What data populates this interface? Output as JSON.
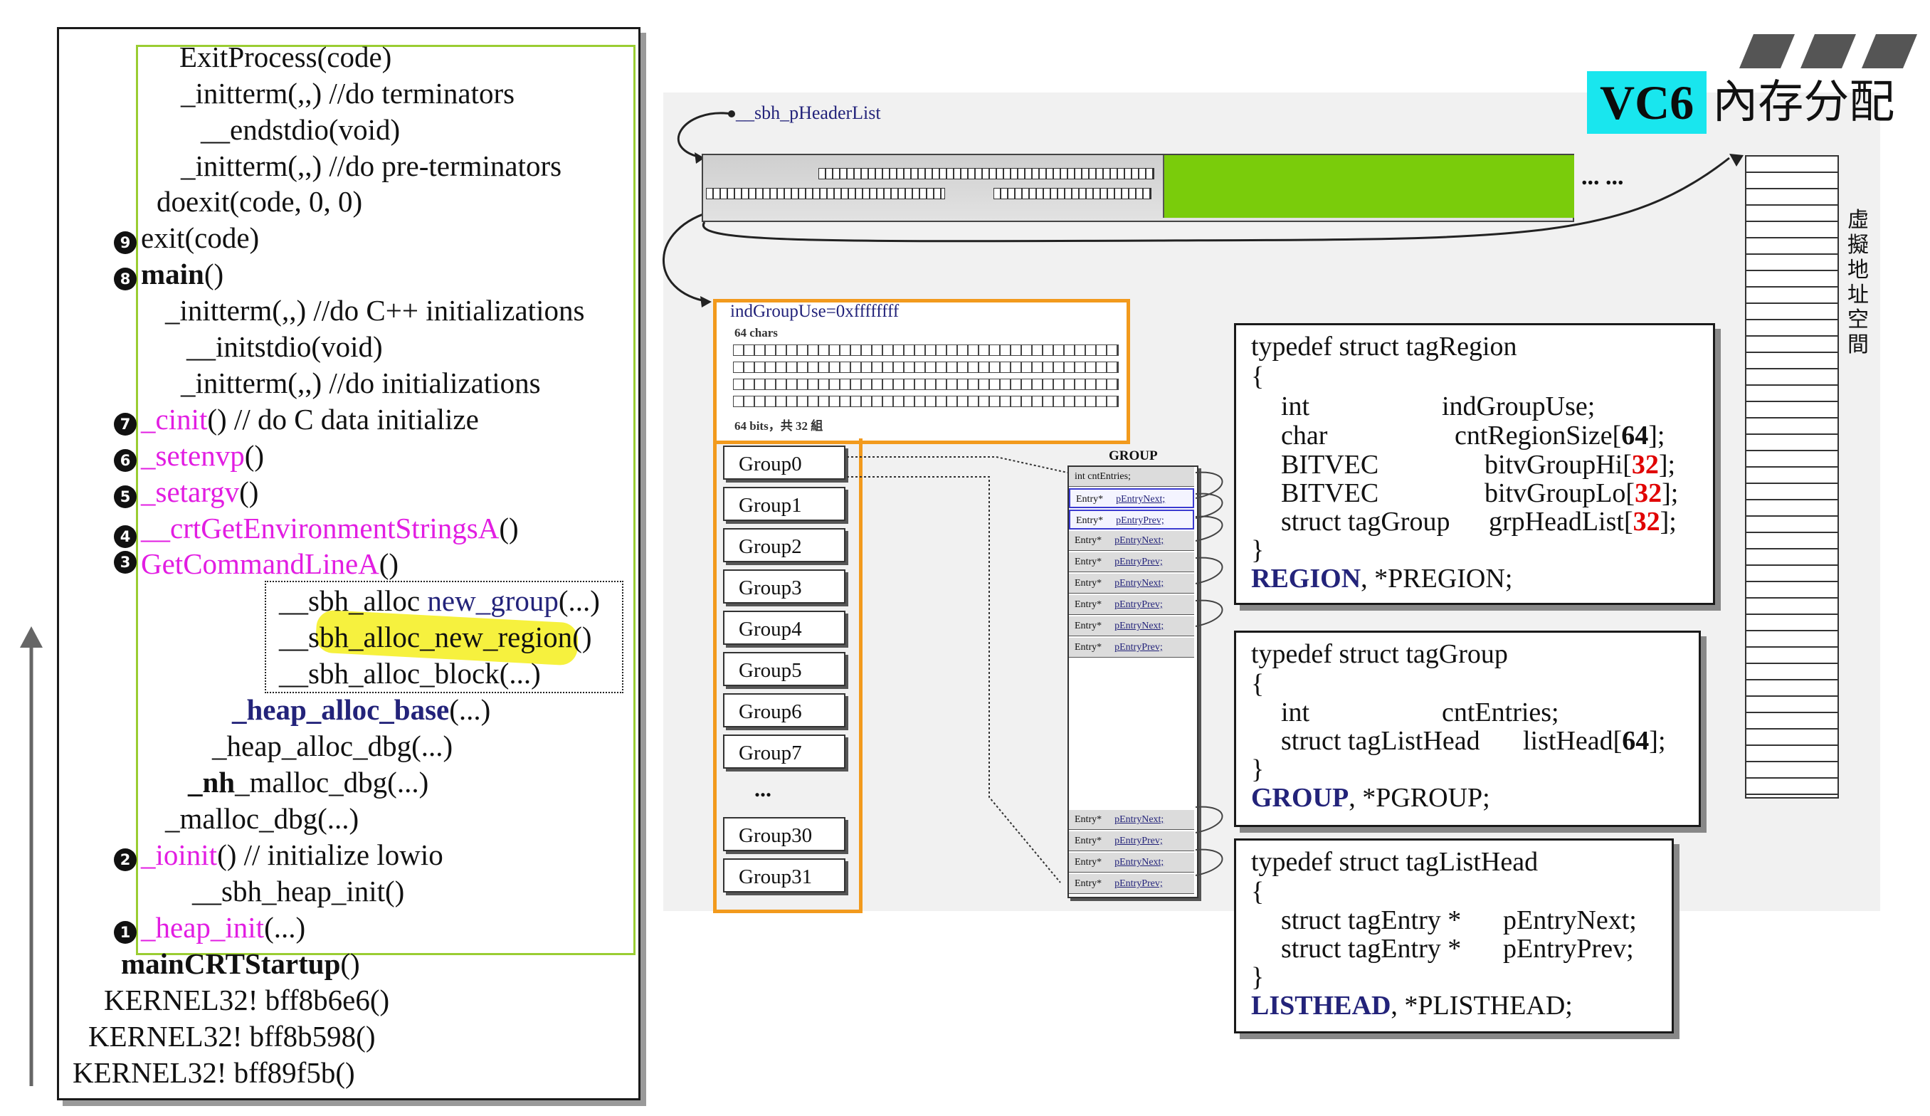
{
  "title": {
    "vc6": "VC6",
    "cn": "內存分配"
  },
  "call_stack": {
    "lines": {
      "l0": "ExitProcess(code)",
      "l1": "_initterm(,,)    //do terminators",
      "l2": "__endstdio(void)",
      "l3": "_initterm(,,)    //do pre-terminators",
      "l4": "doexit(code, 0, 0)",
      "l5": "exit(code)",
      "l6a": "main",
      "l6b": "()",
      "l7": "_initterm(,,)   //do C++ initializations",
      "l8": "__initstdio(void)",
      "l9": "_initterm(,,)   //do initializations",
      "l10a": "_cinit",
      "l10b": "()   // do C data initialize",
      "l11a": "_setenvp",
      "l11b": "()",
      "l12a": "_setargv",
      "l12b": "()",
      "l13a": "__crtGetEnvironmentStringsA",
      "l13b": "()",
      "l14a": "GetCommandLineA",
      "l14b": "()",
      "l15a": "__sbh_alloc",
      "l15b": "new_group",
      "l15c": "(...)",
      "l16a": "__sbh_alloc_new_region",
      "l16b": "()",
      "l17": "__sbh_alloc_block(...)",
      "l18a": "_heap_alloc_base",
      "l18b": "(...)",
      "l19": "_heap_alloc_dbg(...)",
      "l20a": "_nh",
      "l20b": "_malloc_dbg(...)",
      "l21": "_malloc_dbg(...)",
      "l22a": "_ioinit",
      "l22b": "()  // initialize lowio",
      "l23": "__sbh_heap_init()",
      "l24a": "_heap_init",
      "l24b": "(...)",
      "l25": "mainCRTStartup",
      "l25b": "()",
      "l26": "KERNEL32! bff8b6e6()",
      "l27": "KERNEL32! bff8b598()",
      "l28": "KERNEL32! bff89f5b()"
    },
    "badges": [
      "9",
      "8",
      "7",
      "6",
      "5",
      "4",
      "3",
      "2",
      "1"
    ]
  },
  "diagram": {
    "header_list_label": "__sbh_pHeaderList",
    "ellipsis_header": "... ...",
    "region_title": "indGroupUse=0xffffffff",
    "chars_label": "64 chars",
    "bits_label": "64 bits，共 32 組",
    "groups": [
      "Group0",
      "Group1",
      "Group2",
      "Group3",
      "Group4",
      "Group5",
      "Group6",
      "Group7",
      "Group30",
      "Group31"
    ],
    "group_ellipsis": "...",
    "group_detail": {
      "title": "GROUP",
      "first_row": "int  cntEntries;",
      "entry_label": "Entry*",
      "next": "pEntryNext;",
      "prev": "pEntryPrev;"
    },
    "vmem_label": "虛擬地址空間"
  },
  "code": {
    "region": {
      "l1": "typedef struct tagRegion",
      "l2": "{",
      "r1a": "int",
      "r1b": "indGroupUse;",
      "r2a": "char",
      "r2b": "cntRegionSize[",
      "r2n": "64",
      "r2c": "];",
      "r3a": "BITVEC",
      "r3b": "bitvGroupHi[",
      "r3n": "32",
      "r3c": "];",
      "r4a": "BITVEC",
      "r4b": "bitvGroupLo[",
      "r4n": "32",
      "r4c": "];",
      "r5a": "struct tagGroup",
      "r5b": "grpHeadList[",
      "r5n": "32",
      "r5c": "];",
      "close": "}",
      "name": "REGION",
      "ptr": ", *PREGION;"
    },
    "group": {
      "l1": "typedef struct tagGroup",
      "l2": "{",
      "g1a": "int",
      "g1b": "cntEntries;",
      "g2a": "struct tagListHead",
      "g2b": "listHead[",
      "g2n": "64",
      "g2c": "];",
      "close": "}",
      "name": "GROUP",
      "ptr": ", *PGROUP;"
    },
    "listhead": {
      "l1": "typedef struct tagListHead",
      "l2": "{",
      "h1a": "struct tagEntry *",
      "h1b": "pEntryNext;",
      "h2a": "struct tagEntry *",
      "h2b": "pEntryPrev;",
      "close": "}",
      "name": "LISTHEAD",
      "ptr": ", *PLISTHEAD;"
    }
  }
}
